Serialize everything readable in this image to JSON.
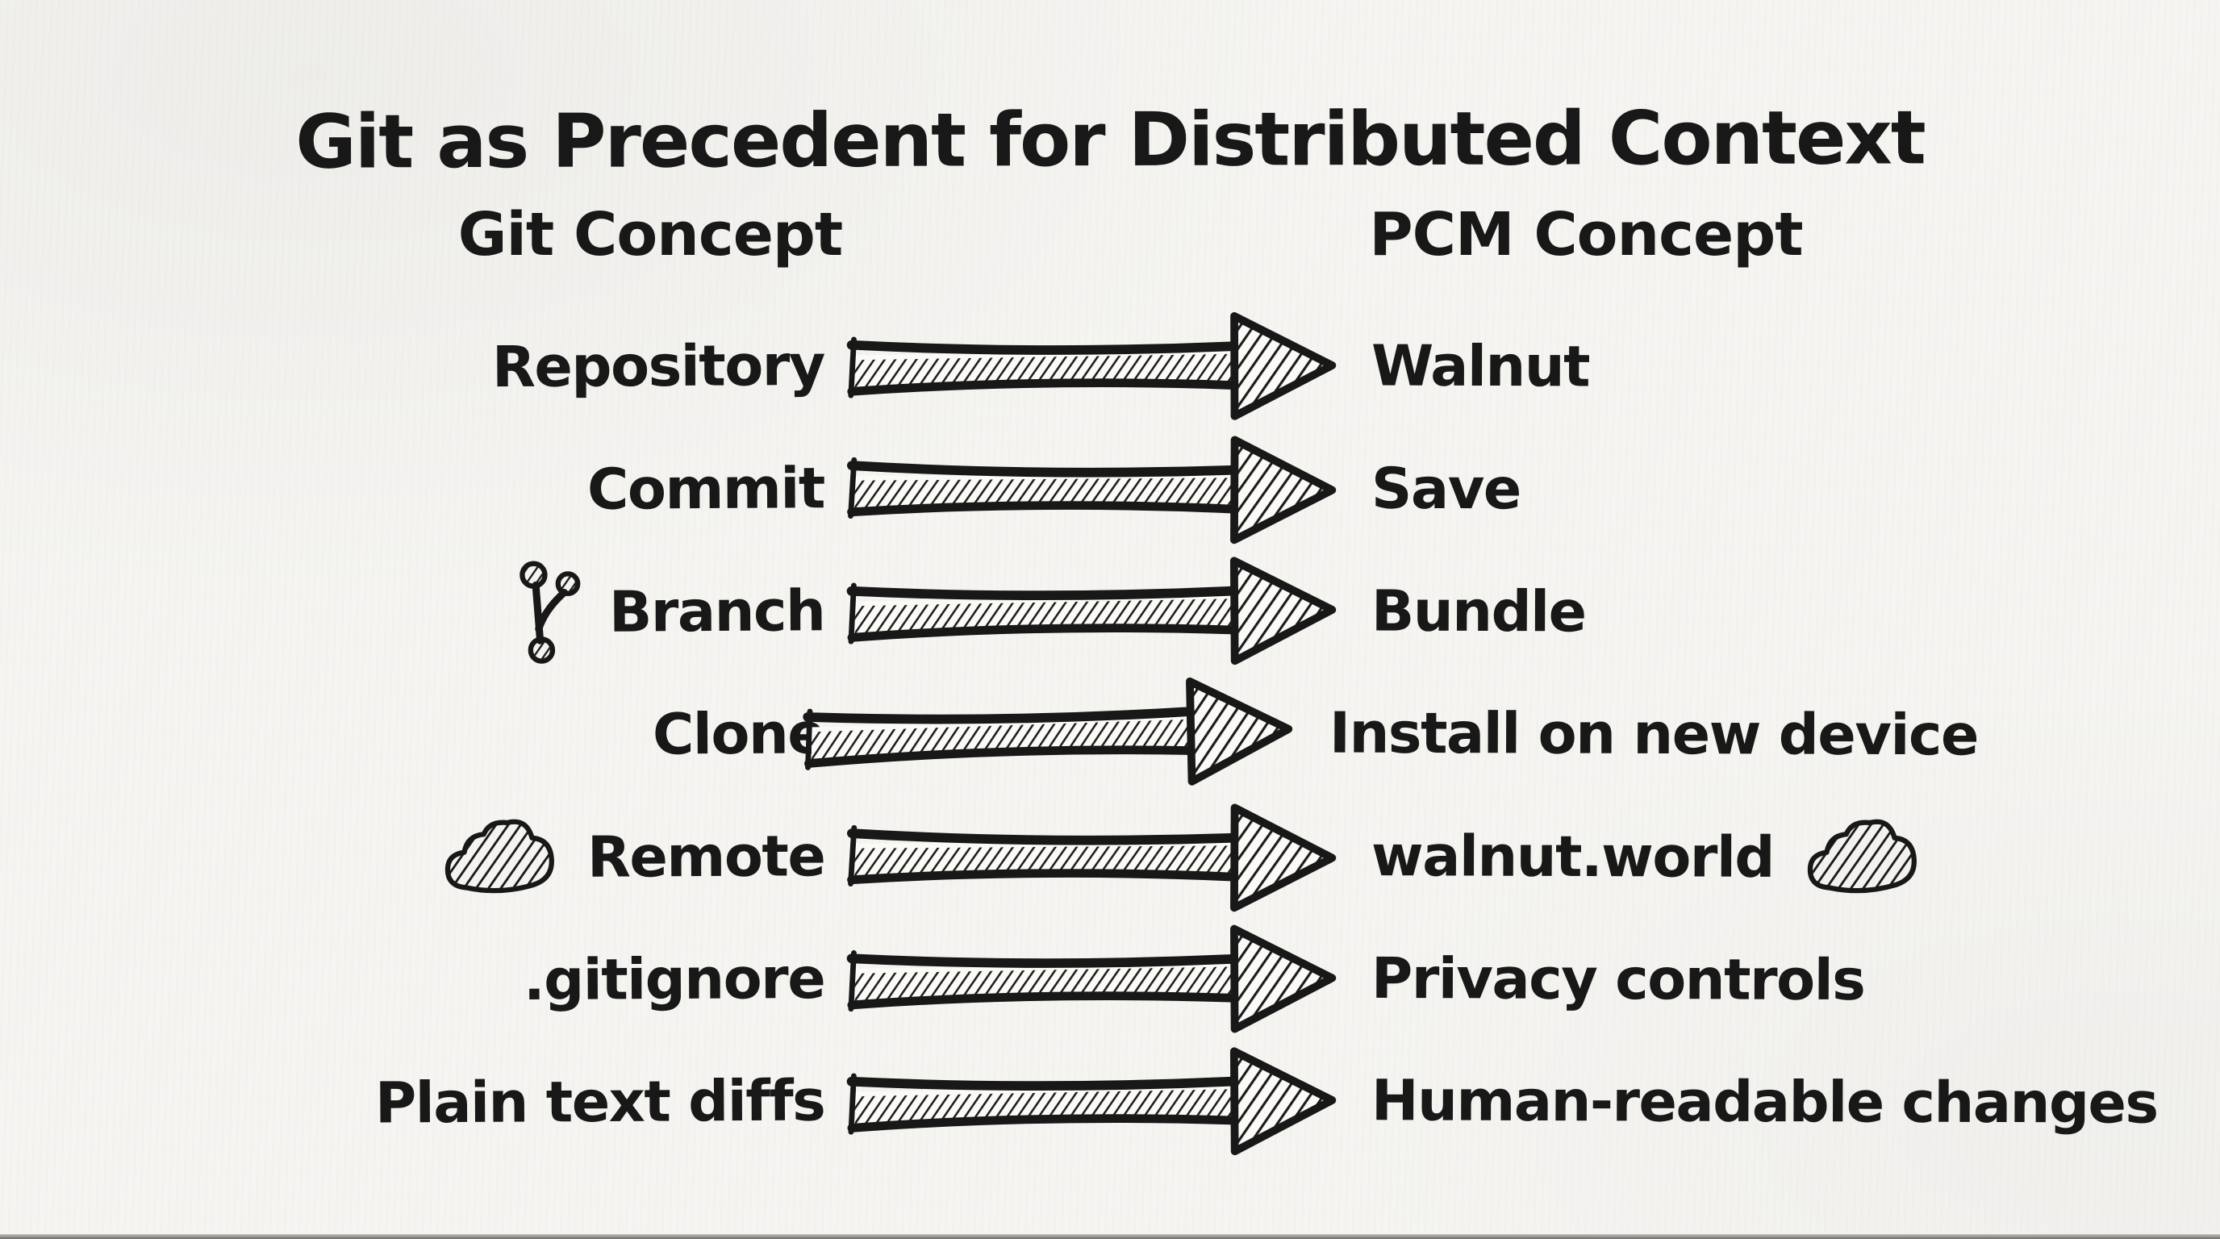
{
  "title": "Git as Precedent for Distributed Context",
  "columns": {
    "left": "Git Concept",
    "right": "PCM Concept"
  },
  "rows": [
    {
      "git": "Repository",
      "pcm": "Walnut"
    },
    {
      "git": "Commit",
      "pcm": "Save"
    },
    {
      "git": "Branch",
      "pcm": "Bundle",
      "git_icon": "git-branch-icon"
    },
    {
      "git": "Clone",
      "pcm": "Install on new device"
    },
    {
      "git": "Remote",
      "pcm": "walnut.world",
      "git_icon": "cloud-icon",
      "pcm_icon": "cloud-icon"
    },
    {
      "git": ".gitignore",
      "pcm": "Privacy controls"
    },
    {
      "git": "Plain text diffs",
      "pcm": "Human-readable changes"
    }
  ],
  "icons": {
    "arrow": "sketch-arrow-right-icon",
    "branch": "git-branch-icon",
    "cloud": "cloud-icon"
  },
  "colors": {
    "ink": "#181818",
    "paper": "#f5f4f1"
  }
}
